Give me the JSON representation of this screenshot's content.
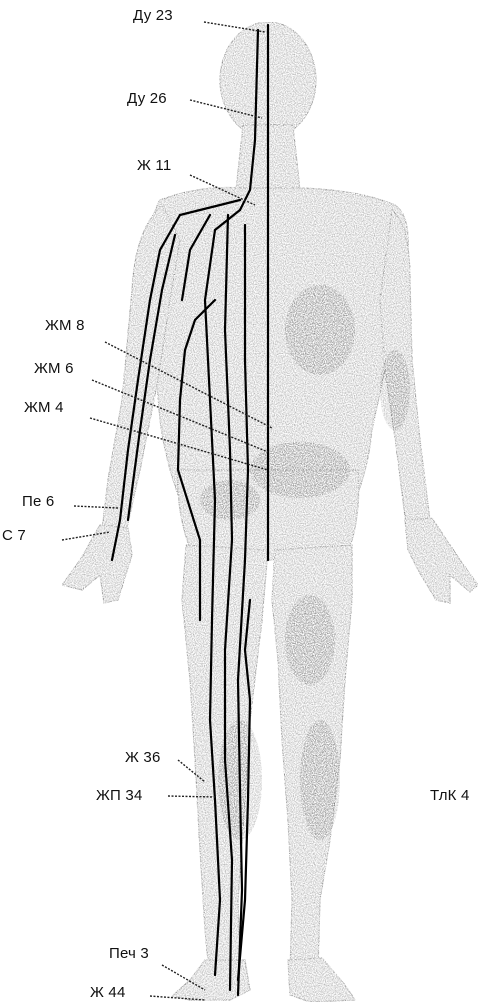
{
  "labels": {
    "du23": "Ду 23",
    "du26": "Ду 26",
    "zh11": "Ж 11",
    "zhm8": "ЖМ 8",
    "zhm6": "ЖМ 6",
    "zhm4": "ЖМ 4",
    "pe6": "Пе 6",
    "c7": "С 7",
    "zh36": "Ж 36",
    "zhp34": "ЖП 34",
    "tlk4": "ТлК 4",
    "pech3": "Печ 3",
    "zh44": "Ж 44"
  },
  "colors": {
    "ink": "#111111",
    "body": "#9a9a9a",
    "body_dark": "#555555",
    "background": "#ffffff"
  }
}
